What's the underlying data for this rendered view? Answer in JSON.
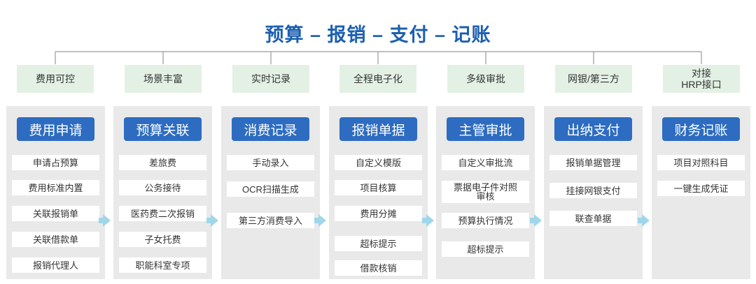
{
  "title": "预算 – 报销 – 支付 – 记账",
  "columns": [
    {
      "tag": "费用可控",
      "heading": "费用申请",
      "items": [
        "申请占预算",
        "费用标准内置",
        "关联报销单",
        "关联借款单",
        "报销代理人"
      ]
    },
    {
      "tag": "场景丰富",
      "heading": "预算关联",
      "items": [
        "差旅费",
        "公务接待",
        "医药费二次报销",
        "子女托费",
        "职能科室专项"
      ]
    },
    {
      "tag": "实时记录",
      "heading": "消费记录",
      "items": [
        "手动录入",
        "OCR扫描生成",
        "第三方消费导入"
      ]
    },
    {
      "tag": "全程电子化",
      "heading": "报销单据",
      "items": [
        "自定义模版",
        "项目核算",
        "费用分摊",
        "超标提示",
        "借款核销"
      ]
    },
    {
      "tag": "多级审批",
      "heading": "主管审批",
      "items": [
        "自定义审批流",
        "票据电子件对照\n审核",
        "预算执行情况",
        "超标提示"
      ]
    },
    {
      "tag": "网银/第三方",
      "heading": "出纳支付",
      "items": [
        "报销单据管理",
        "挂接网银支付",
        "联查单据"
      ]
    },
    {
      "tag": "对接\nHRP接口",
      "heading": "财务记账",
      "items": [
        "项目对照科目",
        "一键生成凭证"
      ]
    }
  ]
}
